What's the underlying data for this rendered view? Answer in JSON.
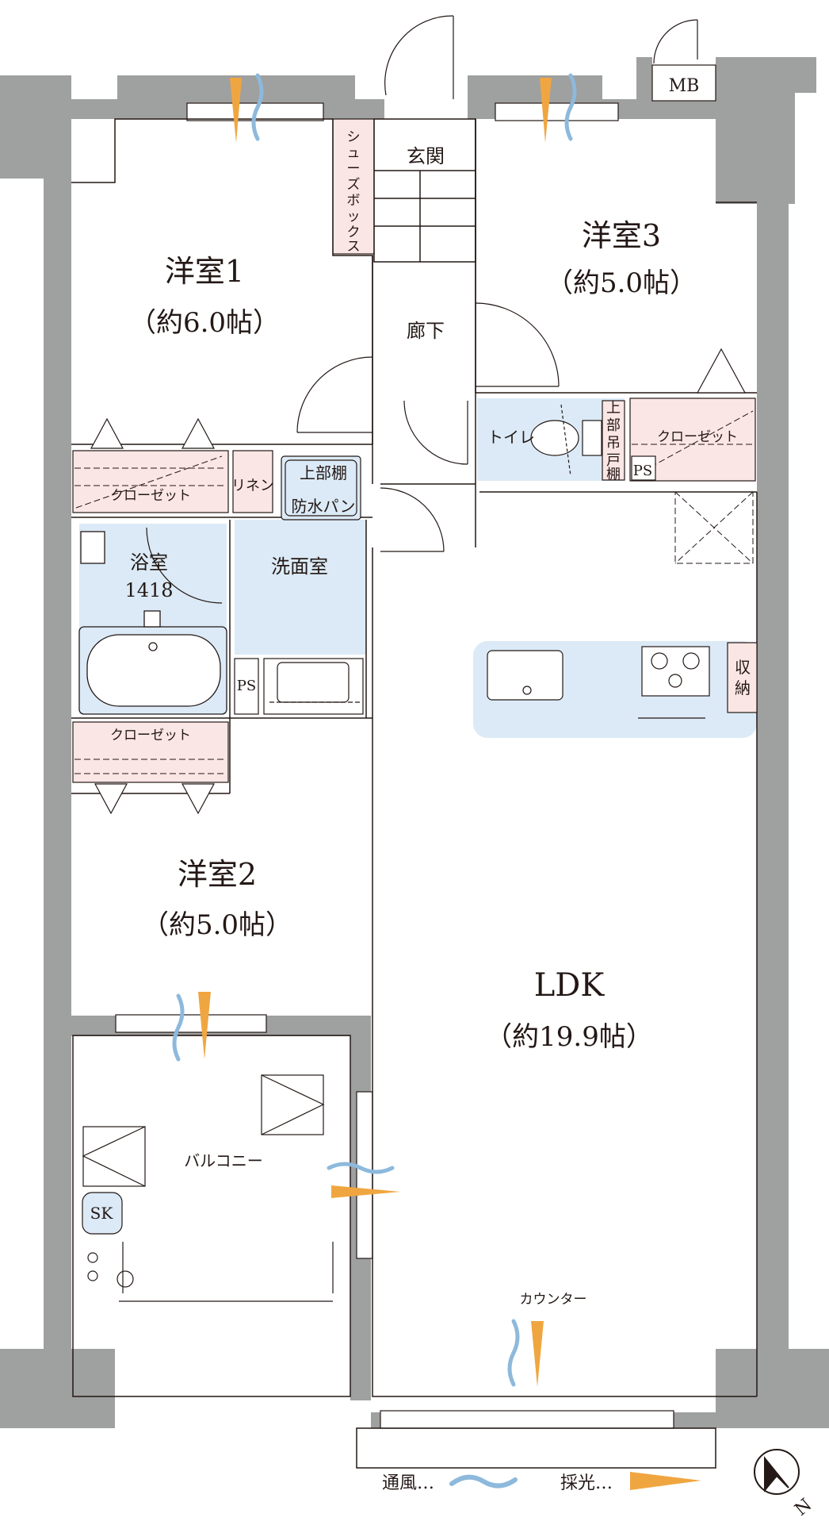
{
  "rooms": {
    "western1": {
      "name": "洋室1",
      "size": "（約6.0帖）"
    },
    "western2": {
      "name": "洋室2",
      "size": "（約5.0帖）"
    },
    "western3": {
      "name": "洋室3",
      "size": "（約5.0帖）"
    },
    "ldk": {
      "name": "LDK",
      "size": "（約19.9帖）"
    },
    "entrance": "玄関",
    "hallway": "廊下",
    "toilet": "トイレ",
    "toilet_shelf": [
      "上",
      "部",
      "吊",
      "戸",
      "棚"
    ],
    "bath": {
      "name": "浴室",
      "code": "1418"
    },
    "washroom": "洗面室",
    "upper_shelf": "上部棚",
    "waterproof_pan": "防水パン",
    "linen": "リネン",
    "balcony": "バルコニー",
    "shoebox": [
      "シ",
      "ュ",
      "ー",
      "ズ",
      "ボ",
      "ッ",
      "ク",
      "ス"
    ]
  },
  "labels": {
    "closet": "クローゼット",
    "ps": "PS",
    "mb": "MB",
    "sk": "SK",
    "storage": [
      "収",
      "納"
    ],
    "counter": "カウンター"
  },
  "legend": {
    "ventilation": "通風…",
    "daylight": "採光…"
  },
  "compass": {
    "letter": "N"
  },
  "colors": {
    "wall": "#9fa0a0",
    "wet_area": "#dbeaf6",
    "closet": "#fbe6e6",
    "light_arrow": "#f0a640",
    "wind": "#8db9dc"
  }
}
